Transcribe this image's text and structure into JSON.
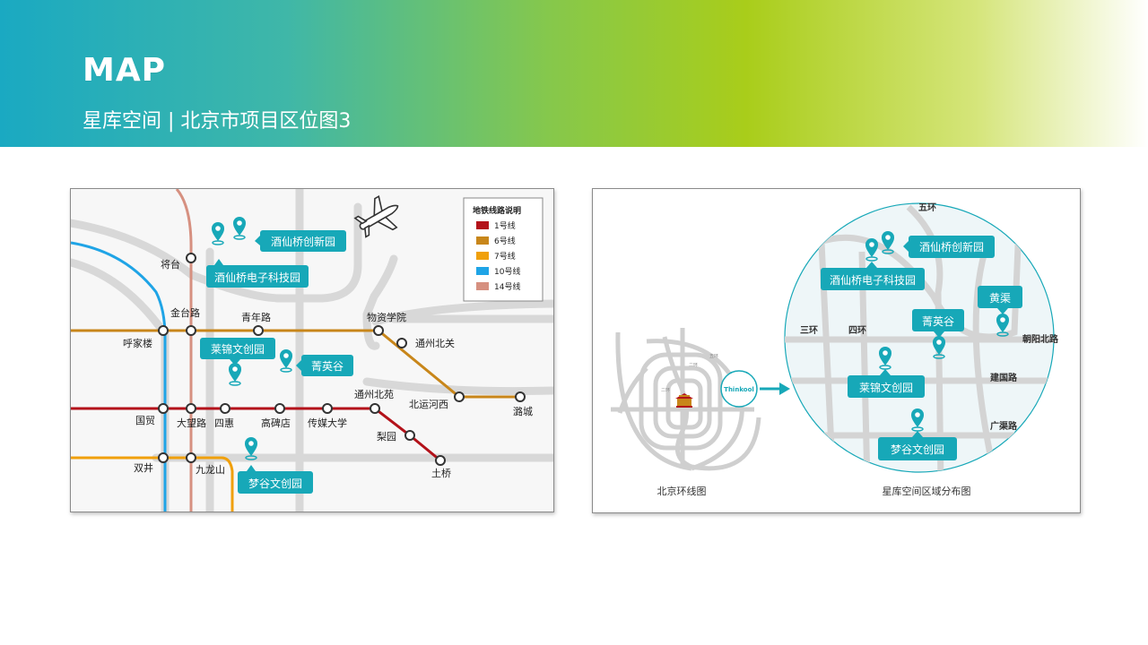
{
  "header": {
    "title": "MAP",
    "subtitle": "星库空间 | 北京市项目区位图3"
  },
  "colors": {
    "teal": "#17a8b8",
    "line1": "#b3121a",
    "line6": "#c8861a",
    "line7": "#f0a00c",
    "line10": "#1fa4e6",
    "line14": "#d69080",
    "road": "#d7d7d7"
  },
  "subway_map": {
    "legend": {
      "title": "地铁线路说明",
      "items": [
        {
          "label": "1号线",
          "color": "#b3121a"
        },
        {
          "label": "6号线",
          "color": "#c8861a"
        },
        {
          "label": "7号线",
          "color": "#f0a00c"
        },
        {
          "label": "10号线",
          "color": "#1fa4e6"
        },
        {
          "label": "14号线",
          "color": "#d69080"
        }
      ]
    },
    "airport_icon": "airplane-icon",
    "stations": {
      "jiangtai": "将台",
      "jintailu": "金台路",
      "qingnianlu": "青年路",
      "wuzixueyuan": "物资学院",
      "tongzhoubeiguan": "通州北关",
      "hujialou": "呼家楼",
      "guomao": "国贸",
      "dawanglu": "大望路",
      "sihui": "四惠",
      "gaobeidian": "高碑店",
      "chuanmeidaxue": "传媒大学",
      "tongzhoubeiyuan": "通州北苑",
      "beiyunhexi": "北运河西",
      "lucheng": "潞城",
      "liyuan": "梨园",
      "tuqiao": "土桥",
      "shuangjing": "双井",
      "jiulongshan": "九龙山"
    },
    "pins": {
      "jiuxianqiao_chuangxin": "酒仙桥创新园",
      "jiuxianqiao_dianzi": "酒仙桥电子科技园",
      "laijin": "莱锦文创园",
      "jingying": "菁英谷",
      "menggu": "梦谷文创园"
    },
    "pin_icon": "location-pin-icon"
  },
  "ring_map": {
    "left_caption": "北京环线图",
    "right_caption": "星库空间区域分布图",
    "logo_text": "Thinkool",
    "ring_labels": {
      "second": "二环",
      "third": "三环",
      "fourth": "四环",
      "fifth": "五环"
    },
    "roads": {
      "chaoyangbeilu": "朝阳北路",
      "jianguolu": "建国路",
      "guangqulu": "广渠路",
      "sanhuan": "三环",
      "sihuan": "四环",
      "wuhuan": "五环"
    },
    "pins": {
      "jiuxianqiao_chuangxin": "酒仙桥创新园",
      "jiuxianqiao_dianzi": "酒仙桥电子科技园",
      "huangqu": "黄渠",
      "jingying": "菁英谷",
      "laijin": "莱锦文创园",
      "menggu": "梦谷文创园"
    }
  }
}
